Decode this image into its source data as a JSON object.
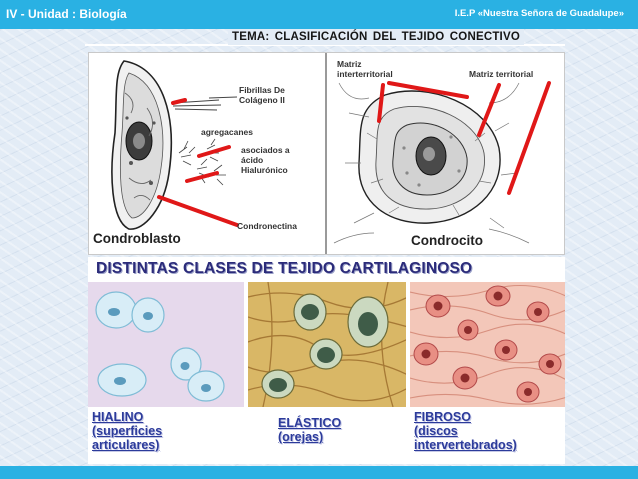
{
  "header": {
    "left_title": "IV - Unidad : Biología",
    "right_title": "I.E.P «Nuestra Señora de Guadalupe»"
  },
  "subtitle": "TEMA:  CLASIFICACIÓN  DEL  TEJIDO  CONECTIVO",
  "top_diagram": {
    "left_labels": {
      "fibrillas_1": "Fibrillas De",
      "fibrillas_2": "Colágeno II",
      "agregacanes": "agregacanes",
      "asociados_1": "asociados a",
      "asociados_2": "ácido",
      "asociados_3": "Hialurónico",
      "condronectina": "Condronectina",
      "condroblasto": "Condroblasto"
    },
    "right_labels": {
      "matriz_inter_1": "Matriz",
      "matriz_inter_2": "interterritorial",
      "matriz_territorial": "Matriz territorial",
      "condrocito": "Condrocito"
    }
  },
  "bottom_panel": {
    "banner": "DISTINTAS CLASES DE TEJIDO CARTILAGINOSO",
    "types": [
      {
        "name": "HIALINO",
        "desc_1": "(superficies",
        "desc_2": "articulares)"
      },
      {
        "name": "ELÁSTICO",
        "desc_1": "(orejas)",
        "desc_2": ""
      },
      {
        "name": "FIBROSO",
        "desc_1": "(discos",
        "desc_2": "intervertebrados)"
      }
    ]
  },
  "colors": {
    "header_bar": "#2ab1e3",
    "caption_text": "#2c3b9b",
    "pointer_red": "#e01818"
  }
}
